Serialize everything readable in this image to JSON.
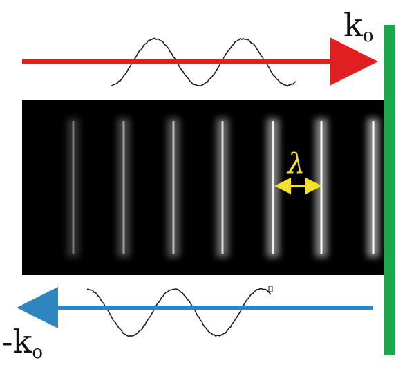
{
  "labels": {
    "forward_wave": "k",
    "forward_wave_sub": "o",
    "backward_wave": "-k",
    "backward_wave_sub": "o",
    "wavelength": "λ"
  },
  "colors": {
    "forward_arrow": "#e02020",
    "backward_arrow": "#2e86c1",
    "mirror": "#1aa84a",
    "wavelength_marker": "#f5e02a",
    "pattern_background": "#000000",
    "fringe": "#ffffff",
    "squiggle": "#1a1a1a"
  },
  "fringes": {
    "count": 7,
    "brightness": [
      0.35,
      0.5,
      0.6,
      0.75,
      0.9,
      0.95,
      1.0
    ]
  },
  "icons": {
    "mirror": "mirror-bar",
    "forward": "arrow-right",
    "backward": "arrow-left"
  }
}
